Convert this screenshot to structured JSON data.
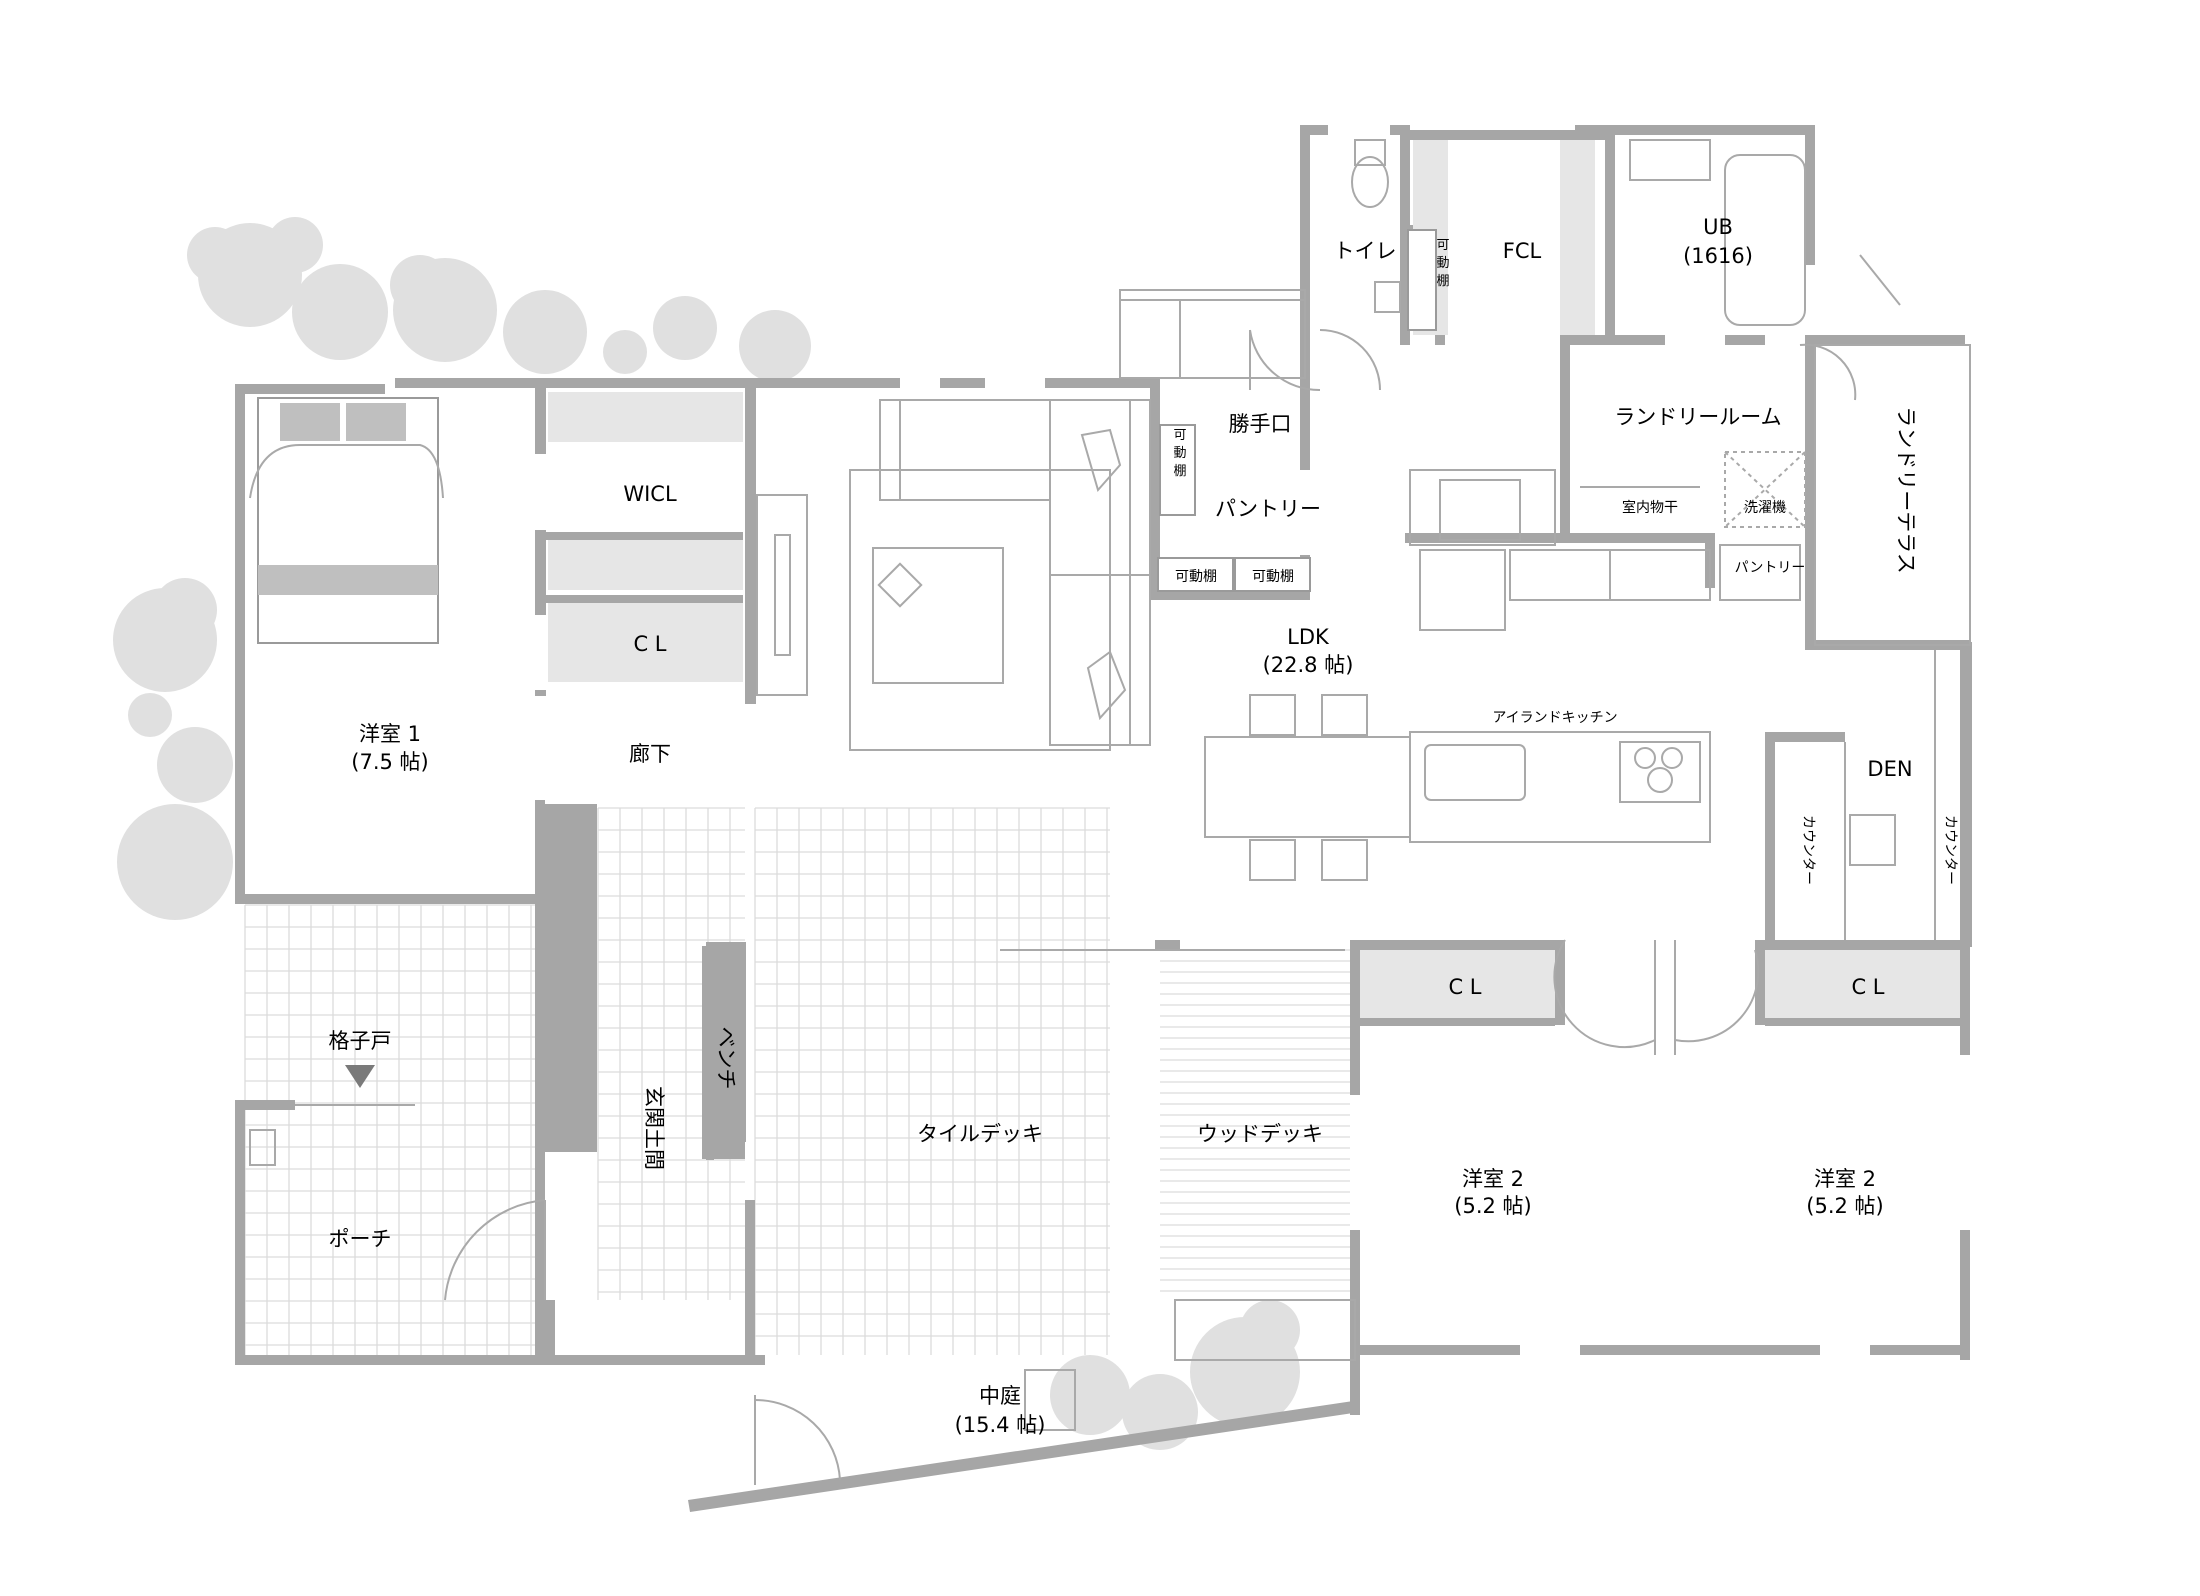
{
  "rooms": {
    "toilet": "トイレ",
    "fcl": "FCL",
    "ub": "UB",
    "ub_size": "(1616)",
    "shelf_toilet": "可\n動\n棚",
    "katteguchi": "勝手口",
    "shelf_pantry_v": "可\n動\n棚",
    "pantry": "パントリー",
    "shelf_a": "可動棚",
    "shelf_b": "可動棚",
    "laundry_room": "ランドリールーム",
    "indoor_dry": "室内物干",
    "washer": "洗濯機",
    "laundry_terrace": "ランドリーテラス",
    "pantry_small": "パントリー",
    "wicl": "WICL",
    "cl_1": "C L",
    "hallway": "廊下",
    "western1": "洋室 1",
    "western1_size": "(7.5 帖)",
    "ldk": "LDK",
    "ldk_size": "(22.8 帖)",
    "island_kitchen": "アイランドキッチン",
    "den": "DEN",
    "counter_left": "カウンター",
    "counter_right": "カウンター",
    "lattice_door": "格子戸",
    "bench": "ベンチ",
    "entrance": "玄関土間",
    "porch": "ポーチ",
    "tile_deck": "タイルデッキ",
    "wood_deck": "ウッドデッキ",
    "cl_2": "C L",
    "cl_3": "C L",
    "western2a": "洋室 2",
    "western2a_size": "(5.2 帖)",
    "western2b": "洋室 2",
    "western2b_size": "(5.2 帖)",
    "courtyard": "中庭",
    "courtyard_size": "(15.4 帖)"
  },
  "colors": {
    "wall": "#a6a6a6",
    "line": "#a9a9a9",
    "shade": "#bfbfbf",
    "tree": "#e0e0e0"
  }
}
